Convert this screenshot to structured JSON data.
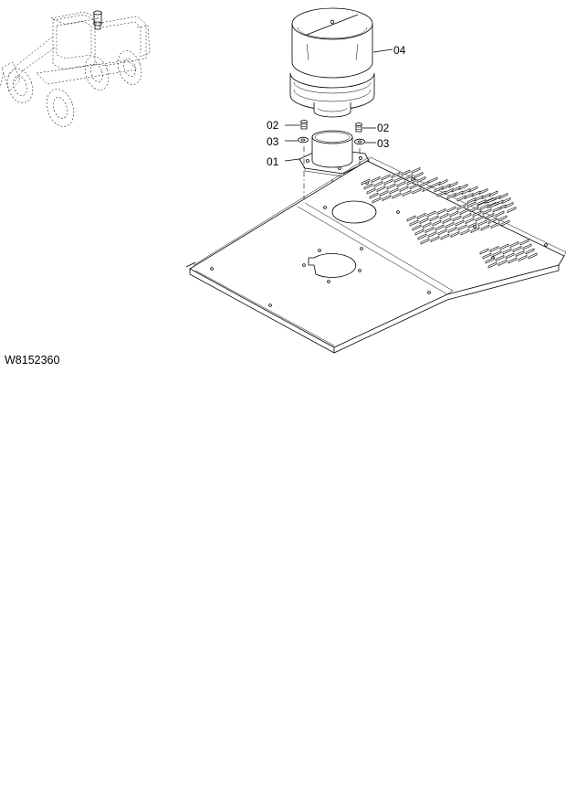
{
  "drawing": {
    "reference_code": "W8152360"
  },
  "callouts": [
    {
      "id": "04",
      "text": "04"
    },
    {
      "id": "02a",
      "text": "02"
    },
    {
      "id": "02b",
      "text": "02"
    },
    {
      "id": "03a",
      "text": "03"
    },
    {
      "id": "03b",
      "text": "03"
    },
    {
      "id": "01",
      "text": "01"
    }
  ]
}
